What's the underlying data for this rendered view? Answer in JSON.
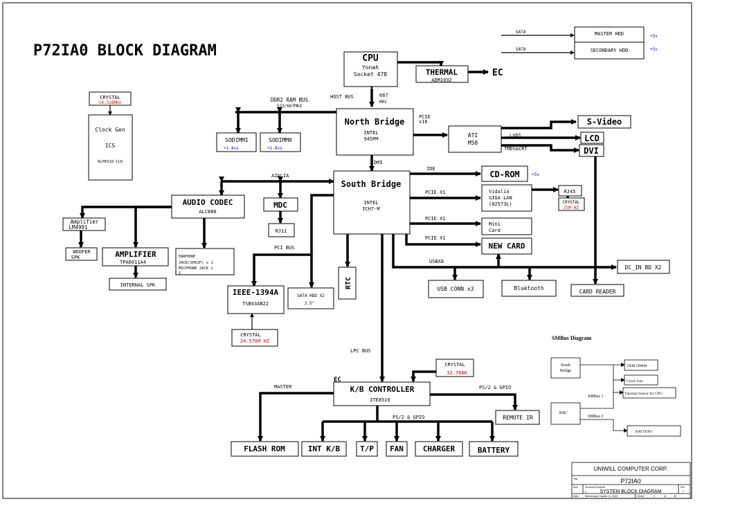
{
  "title": "P72IA0 BLOCK DIAGRAM",
  "colors": {
    "ink": "#000000",
    "red": "#cc0000",
    "blue": "#0000cc"
  },
  "blocks": {
    "cpu": {
      "name": "CPU",
      "sub1": "Yonah",
      "sub2": "Socket 478"
    },
    "thermal": {
      "name": "THERMAL",
      "sub": "ADM1032"
    },
    "ec_out": "EC",
    "master_hdd": "MASTER HDD",
    "secondary_hdd": "SECONDARY HDD",
    "sata1": "SATA",
    "sata2": "SATA",
    "plus5v_1": "+5v",
    "plus5v_2": "+5v",
    "crystal_clk": {
      "name": "CRYSTAL",
      "freq": "14.318MHz"
    },
    "clock_gen": {
      "name": "Clock Gen",
      "vendor": "ICS",
      "part": "9LPR310-CLK"
    },
    "ddr2_bus": {
      "line1": "DDR2 RAM BUS",
      "line2": "533/667MHZ"
    },
    "host_bus": "HOST BUS",
    "fsb": {
      "line1": "667",
      "line2": "MHz"
    },
    "sodimm1": {
      "name": "SODIMM1",
      "volt": "+1.8vs"
    },
    "sodimm0": {
      "name": "SODIMM0",
      "volt": "+1.8vs"
    },
    "north_bridge": {
      "name": "North Bridge",
      "sub1": "INTEL",
      "sub2": "945PM"
    },
    "pcie_x16": {
      "line1": "PCIE",
      "line2": "x16"
    },
    "ati": {
      "line1": "ATI",
      "line2": "M58"
    },
    "lvds": "LVDS",
    "tmds": "TMDS&CRT",
    "svideo": "S-Video",
    "lcd": "LCD",
    "dvi": "DVI",
    "dmi": "DMI",
    "azalia": "AZALIA",
    "south_bridge": {
      "name": "South Bridge",
      "sub1": "INTEL",
      "sub2": "ICH7-M"
    },
    "ide": "IDE",
    "cdrom": "CD-ROM",
    "cdrom_volt": "+5v",
    "pcie_x1_a": "PCIE X1",
    "pcie_x1_b": "PCIE X1",
    "pcie_x1_c": "PCIE X1",
    "lan": {
      "line1": "Vidalia",
      "line2": "GIGA LAN",
      "line3": "(82573L)"
    },
    "rj45": "RJ45",
    "crystal_lan": {
      "name": "CRYSTAL",
      "freq": "25M HZ"
    },
    "minicard": {
      "line1": "Mini",
      "line2": "Card"
    },
    "newcard": "NEW CARD",
    "usbx8": "USBX8",
    "dc_in": "DC_IN BD X2",
    "usb_conn": "USB CONN x3",
    "bluetooth": "Bluetooth",
    "card_reader": "CARD READER",
    "audio_codec": {
      "name": "AUDIO CODEC",
      "sub": "ALC880"
    },
    "mdc": "MDC",
    "rj11": "RJ11",
    "amp_small": {
      "line1": "Amplifier",
      "line2": "LM4991"
    },
    "woofer": {
      "line1": "WOOFER",
      "line2": "SPK"
    },
    "amplifier": {
      "name": "AMPLIFIER",
      "sub": "TPA6011A4"
    },
    "internal_spk": "INTERNAL SPK",
    "jacks": {
      "line1": "EARPHONE",
      "line2": "JACK(SPDIF) x 1",
      "line3": "MICPHONE JACK x",
      "line4": "1"
    },
    "pci_bus": "PCI BUS",
    "ieee": {
      "name": "IEEE-1394A",
      "sub": "TSB43AB22"
    },
    "crystal_1394": {
      "name": "CRYSTAL",
      "freq": "24.576M HZ"
    },
    "sata_hdd": {
      "line1": "SATA HDD X2",
      "line2": "2.5\""
    },
    "rtc": "RTC",
    "lpc_bus": "LPC BUS",
    "crystal_ec": {
      "name": "CRYSTAL",
      "freq": "32.768K"
    },
    "ec_label": "EC",
    "kbc": {
      "name": "K/B CONTROLLER",
      "sub": "ITE8510"
    },
    "master": "MASTER",
    "ps2_gpio_top": "PS/2 & GPIO",
    "ps2_gpio_bottom": "PS/2 & GPIO",
    "remote_ir": "REMOTE IR",
    "flash_rom": "FLASH ROM",
    "int_kb": "INT K/B",
    "tp": "T/P",
    "fan": "FAN",
    "charger": "CHARGER",
    "battery": "BATTERY"
  },
  "smbus": {
    "title": "SMBus Diagram",
    "south_bridge": {
      "line1": "South",
      "line2": "Bridge"
    },
    "kbc": "KBC",
    "smbus1": "SMBus 1",
    "smbus2": "SMBus 2",
    "ddr_dimm": "DDR DIMM",
    "clock_gen": "Clock Gen",
    "thermal": "Thermal Sensor for CPU",
    "battery": "BATTERY"
  },
  "titleblock": {
    "company": "UNIWILL COMPUTER CORP.",
    "title_lbl": "Title",
    "project": "P72IA0",
    "size_lbl": "Size",
    "docnum_lbl": "Document Number",
    "size_val": "C",
    "docname": "SYSTEM BLOCK DIAGRAM",
    "rev_lbl": "Rev",
    "rev_val": "1",
    "date_lbl": "Date:",
    "date_val": "Wednesday, October 19, 2005",
    "sheet_lbl": "Sheet",
    "sheet_val": "2",
    "of_lbl": "of",
    "of_val": "39"
  }
}
